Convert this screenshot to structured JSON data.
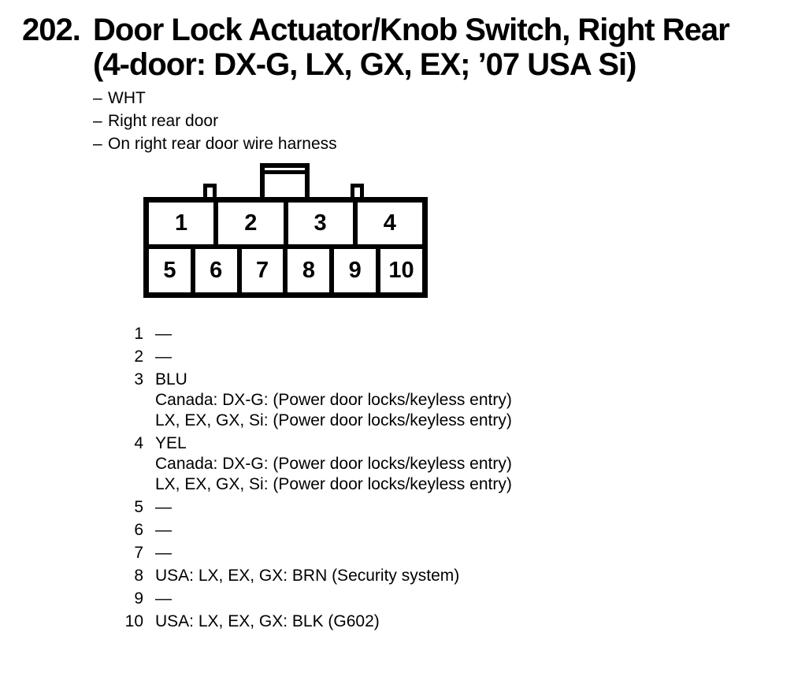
{
  "page": {
    "background_color": "#ffffff",
    "ink_color": "#000000"
  },
  "title": {
    "number": "202.",
    "line1": "Door Lock Actuator/Knob Switch, Right Rear",
    "line2": "(4-door: DX-G, LX, GX, EX; ’07 USA Si)"
  },
  "notes": {
    "dash": "–",
    "items": [
      "WHT",
      "Right rear door",
      "On right rear door wire harness"
    ]
  },
  "connector": {
    "description": "10-cavity connector, front view",
    "top_row": [
      "1",
      "2",
      "3",
      "4"
    ],
    "bottom_row": [
      "5",
      "6",
      "7",
      "8",
      "9",
      "10"
    ]
  },
  "pin_list": {
    "pins": [
      {
        "num": "1",
        "lines": [
          "—"
        ]
      },
      {
        "num": "2",
        "lines": [
          "—"
        ]
      },
      {
        "num": "3",
        "lines": [
          "BLU",
          "Canada: DX-G: (Power door locks/keyless entry)",
          "LX, EX, GX, Si: (Power door locks/keyless entry)"
        ]
      },
      {
        "num": "4",
        "lines": [
          "YEL",
          "Canada: DX-G: (Power door locks/keyless entry)",
          "LX, EX, GX, Si: (Power door locks/keyless entry)"
        ]
      },
      {
        "num": "5",
        "lines": [
          "—"
        ]
      },
      {
        "num": "6",
        "lines": [
          "—"
        ]
      },
      {
        "num": "7",
        "lines": [
          "—"
        ]
      },
      {
        "num": "8",
        "lines": [
          "USA: LX, EX, GX: BRN (Security system)"
        ]
      },
      {
        "num": "9",
        "lines": [
          "—"
        ]
      },
      {
        "num": "10",
        "lines": [
          "USA: LX, EX, GX: BLK (G602)"
        ]
      }
    ]
  }
}
